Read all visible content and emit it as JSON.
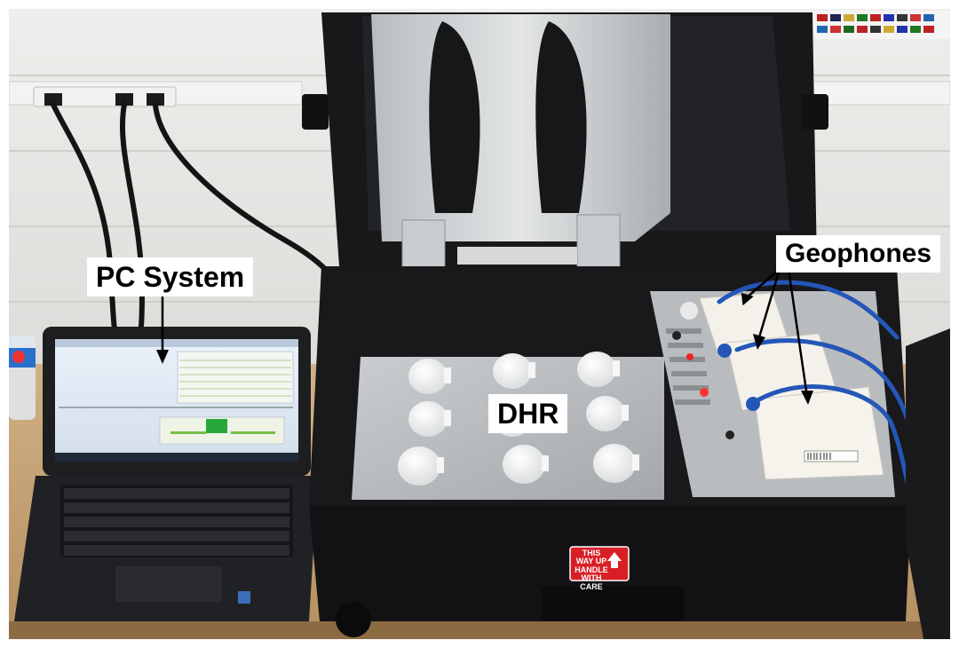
{
  "labels": {
    "pc_system": "PC System",
    "dhr": "DHR",
    "geophones": "Geophones"
  },
  "case_marking": {
    "line1": "THIS WAY UP",
    "line2": "HANDLE WITH CARE"
  },
  "colors": {
    "label_bg": "#ffffff",
    "label_text": "#000000",
    "case_plastic": "#1b1c1e",
    "aluminum_plate": "#bfc3c6",
    "sensor_body": "#f3f1ea",
    "cable_blue": "#2456b8",
    "warning_red": "#d81f26",
    "wall": "#e9e9e7",
    "desk": "#c9a87c"
  }
}
